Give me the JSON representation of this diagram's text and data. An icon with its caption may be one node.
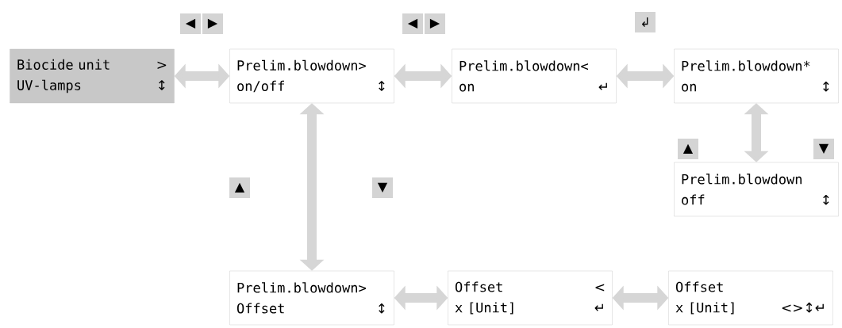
{
  "diagram": {
    "nodes": [
      {
        "text": [
          "Biocide unit",
          ">",
          "UV-lamps",
          "↕"
        ]
      },
      {
        "text": [
          "Prelim.blowdown>",
          "on/off",
          "↕"
        ]
      },
      {
        "text": [
          "Prelim.blowdown<",
          "on",
          "↵"
        ]
      },
      {
        "text": [
          "Prelim.blowdown*",
          "on",
          "↕"
        ]
      },
      {
        "text": [
          "Prelim.blowdown",
          "off",
          "↕"
        ]
      },
      {
        "text": [
          "Prelim.blowdown>",
          "Offset",
          "↕"
        ]
      },
      {
        "text": [
          "Offset",
          "<",
          "x [Unit]",
          "↵"
        ]
      },
      {
        "text": [
          "Offset",
          "x [Unit]",
          "<>↕↵"
        ]
      }
    ],
    "edges": [
      {
        "from": 0,
        "to": 1,
        "arrow": "both"
      },
      {
        "from": 1,
        "to": 2,
        "arrow": "both"
      },
      {
        "from": 2,
        "to": 3,
        "arrow": "both"
      },
      {
        "from": 3,
        "to": 4,
        "arrow": "both"
      },
      {
        "from": 1,
        "to": 5,
        "arrow": "both"
      },
      {
        "from": 5,
        "to": 6,
        "arrow": "both"
      },
      {
        "from": 6,
        "to": 7,
        "arrow": "both"
      }
    ],
    "labels": [
      "◀",
      "▶",
      "◀",
      "▶",
      "↲",
      "▲",
      "▼",
      "▲",
      "▼"
    ]
  }
}
